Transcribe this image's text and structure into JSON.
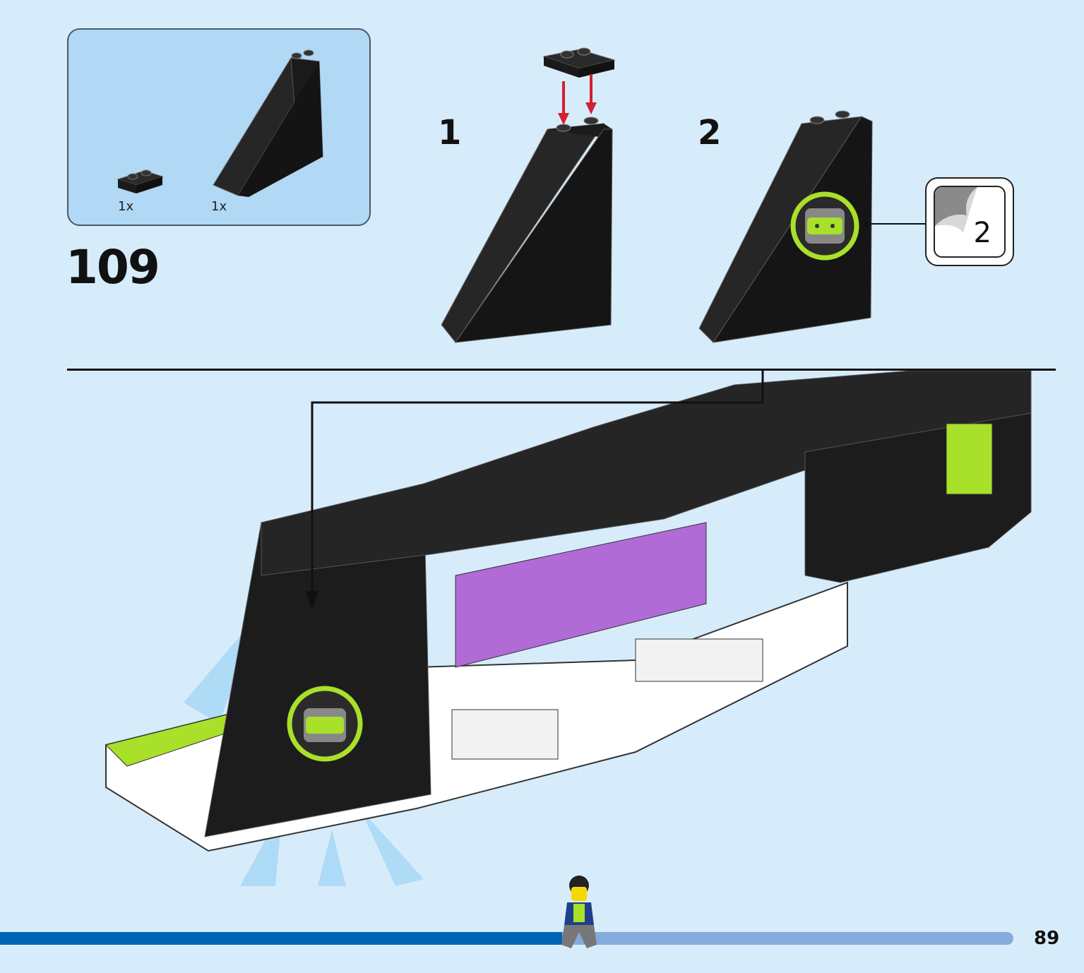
{
  "step": {
    "number": "109"
  },
  "parts": [
    {
      "name": "plate-1x2-black",
      "qty": "1x"
    },
    {
      "name": "slope-brick-black",
      "qty": "1x"
    }
  ],
  "substeps": [
    {
      "label": "1"
    },
    {
      "label": "2"
    }
  ],
  "sticker": {
    "number": "2"
  },
  "page": {
    "number": "89"
  },
  "progress": {
    "fraction": 0.555
  },
  "colors": {
    "background": "#d7ecfb",
    "parts_box": "#b1d8f4",
    "brick_black": "#1c1c1c",
    "lime": "#a8e02a",
    "arrow_red": "#d2202f",
    "progress_blue": "#0064b5",
    "progress_track": "#86aadc"
  }
}
